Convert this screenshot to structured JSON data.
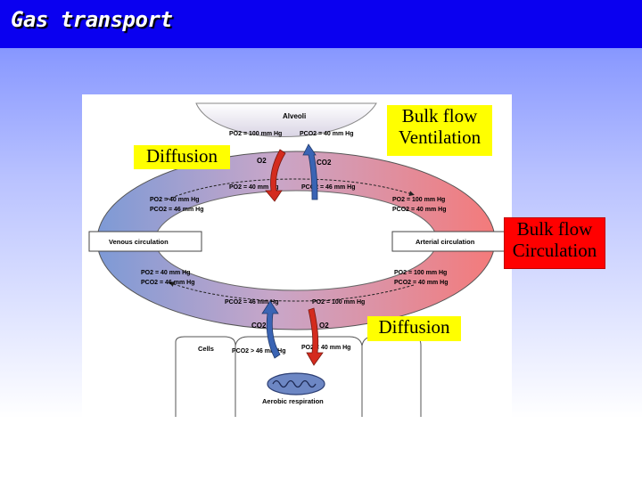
{
  "title": "Gas transport",
  "callouts": {
    "diffusion_top": "Diffusion",
    "bulk_ventilation_1": "Bulk flow",
    "bulk_ventilation_2": "Ventilation",
    "bulk_circulation_1": "Bulk flow",
    "bulk_circulation_2": "Circulation",
    "diffusion_bottom": "Diffusion"
  },
  "diagram": {
    "alveoli_label": "Alveoli",
    "alveoli_po2": "P 2 = 100 mm Hg",
    "alveoli_pco2": "PCO2 = 40 mm Hg",
    "o2_label": "O2",
    "co2_label": "CO2",
    "lung_cap_po2": "PO2 = 40 mm Hg",
    "lung_cap_pco2": "PCO2 = 46 mm Hg",
    "venous_upper_po2": "PO2 = 40 mm Hg",
    "venous_upper_pco2": "PCO2 = 46 mm Hg",
    "arterial_upper_po2": "PO2 = 100 mm Hg",
    "arterial_upper_pco2": "PCO2 = 40 mm Hg",
    "venous_circulation": "Venous circulation",
    "arterial_circulation": "Arterial circulation",
    "venous_lower_po2": "PO2 = 40 mm Hg",
    "venous_lower_pco2": "PCO2 = 46 mm Hg",
    "arterial_lower_po2": "PO2 = 100 mm Hg",
    "arterial_lower_pco2": "PCO2 = 40 mm Hg",
    "tissue_cap_pco2": "PCO2 = 46 mm Hg",
    "tissue_cap_po2": "PO2 = 100 mm Hg",
    "co2_tissue_label": "CO2",
    "o2_tissue_label": "O2",
    "cells_label": "Cells",
    "cells_pco2": "PCO2 > 46 mm Hg",
    "cells_po2": "PO2 < 40 mm Hg",
    "aerobic_respiration": "Aerobic respiration"
  },
  "colors": {
    "title_bar": "#0a00f0",
    "venous": "#6f8fd0",
    "arterial": "#f07878",
    "o2_arrow": "#d42b1e",
    "co2_arrow": "#3a64b4",
    "callout_yellow": "#ffff00",
    "callout_red": "#ff0000"
  }
}
